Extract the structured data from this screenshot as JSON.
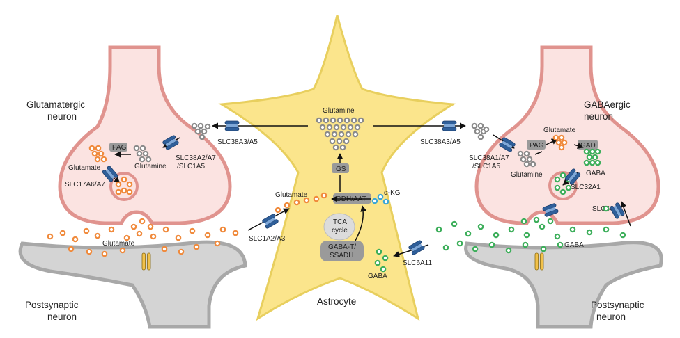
{
  "labels": {
    "glut_neuron_1": "Glutamatergic",
    "glut_neuron_2": "neuron",
    "gaba_neuron_1": "GABAergic",
    "gaba_neuron_2": "neuron",
    "post_left_1": "Postsynaptic",
    "post_left_2": "neuron",
    "post_right_1": "Postsynaptic",
    "post_right_2": "neuron",
    "astrocyte": "Astrocyte",
    "astro_glutamine": "Glutamine",
    "astro_glutamate": "Glutamate",
    "astro_akg": "α-KG",
    "astro_gaba": "GABA",
    "left_pag": "PAG",
    "left_glutamine": "Glutamine",
    "left_glutamate": "Glutamate",
    "left_cleft_glutamate": "Glutamate",
    "right_glutamate": "Glutamate",
    "right_pag": "PAG",
    "right_gad": "GAD",
    "right_glutamine": "Glutamine",
    "right_gaba_vesicle": "GABA",
    "right_cleft_gaba": "GABA"
  },
  "enzymes": {
    "gs": "GS",
    "gdh": "GDH/AAT",
    "tca_1": "TCA",
    "tca_2": "cycle",
    "gabat_1": "GABA-T/",
    "gabat_2": "SSADH"
  },
  "transporters": {
    "slc38a3_left": "SLC38A3/A5",
    "slc38a3_right": "SLC38A3/A5",
    "slc38a2_1": "SLC38A2/A7",
    "slc38a2_2": "/SLC1A5",
    "slc38a1_1": "SLC38A1/A7",
    "slc38a1_2": "/SLC1A5",
    "slc17a6": "SLC17A6/A7",
    "slc1a2": "SLC1A2/A3",
    "slc6a11": "SLC6A11",
    "slc32a1": "SLC32A1",
    "slc6a1": "SLC6A1"
  },
  "colors": {
    "neuron_fill": "#fbe3e1",
    "neuron_stroke": "#e0938e",
    "astrocyte_fill": "#fbe58c",
    "astrocyte_stroke": "#e8cf5e",
    "postsynaptic_fill": "#d4d4d4",
    "postsynaptic_stroke": "#a8a8a8",
    "glutamine_dot": "#8a8a8a",
    "glutamate_dot": "#f08a3c",
    "gaba_dot": "#3cae5a",
    "akg_dot": "#3aa7d8",
    "transporter": "#2f5f9a",
    "receptor": "#f2c14a",
    "enzyme_box": "#9a9a9a"
  }
}
